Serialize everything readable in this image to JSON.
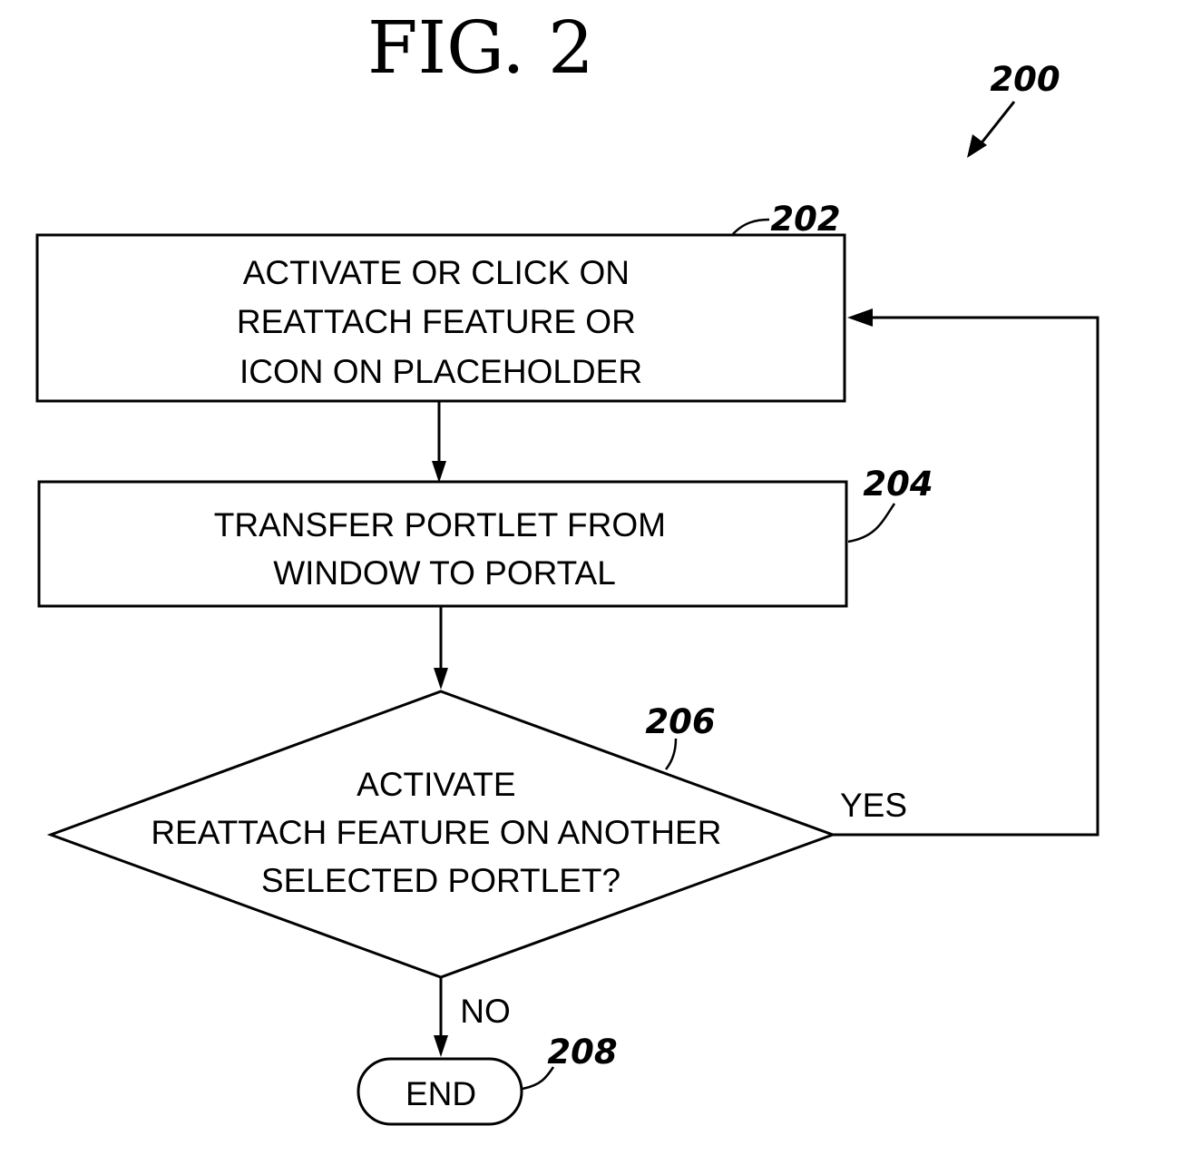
{
  "figure_label": "FIG. 2",
  "diagram_ref": "200",
  "steps": [
    {
      "ref": "202",
      "lines": [
        "ACTIVATE OR CLICK ON",
        "REATTACH FEATURE OR",
        "ICON ON PLACEHOLDER"
      ]
    },
    {
      "ref": "204",
      "lines": [
        "TRANSFER PORTLET FROM",
        "WINDOW TO PORTAL"
      ]
    }
  ],
  "decision": {
    "ref": "206",
    "lines": [
      "ACTIVATE",
      "REATTACH FEATURE ON ANOTHER",
      "SELECTED PORTLET?"
    ]
  },
  "branches": {
    "yes": "YES",
    "no": "NO"
  },
  "terminal": {
    "ref": "208",
    "label": "END"
  }
}
